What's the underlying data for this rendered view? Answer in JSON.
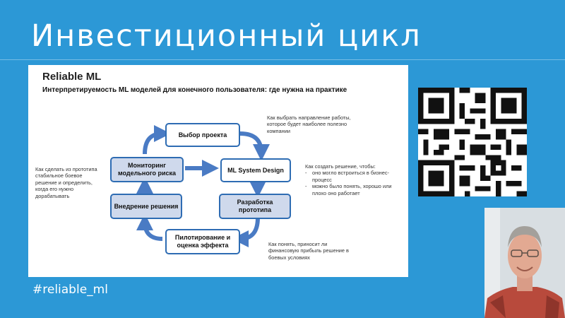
{
  "slide_title": "Инвестиционный цикл",
  "panel": {
    "heading": "Reliable ML",
    "subheading": "Интерпретируемость ML моделей для конечного пользователя: где нужна на практике"
  },
  "boxes": {
    "project_choice": "Выбор проекта",
    "ml_design": "ML System Design",
    "prototype_dev": "Разработка прототипа",
    "pilot_eval": "Пилотирование и оценка эффекта",
    "deployment": "Внедрение решения",
    "risk_monitoring": "Мониторинг модельного риска"
  },
  "notes": {
    "top_right": "Как выбрать направление работы, которое будет наиболее полезно компании",
    "right_title": "Как создать решение, чтобы:",
    "right_bullets": [
      "оно могло встроиться в бизнес-процесс",
      "можно было понять, хорошо или плохо оно работает"
    ],
    "left": "Как сделать из прототипа стабильное боевое решение и определить, когда его нужно дорабатывать",
    "bottom_right": "Как понять, приносит ли финансовую прибыль решение в боевых условиях"
  },
  "hashtag": "#reliable_ml",
  "colors": {
    "background": "#2c98d6",
    "box_border": "#2e6cb3",
    "box_fill_shaded": "#cfd9ec",
    "arrow": "#4a7bc4"
  }
}
